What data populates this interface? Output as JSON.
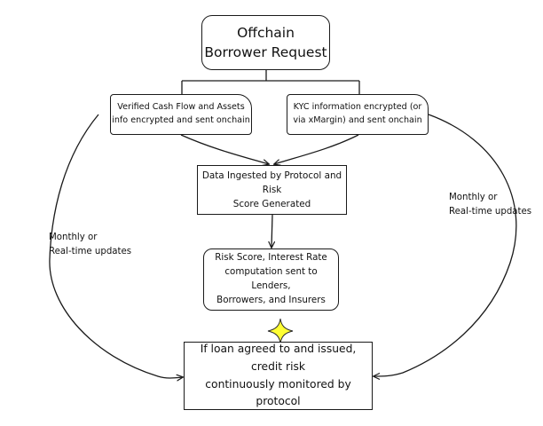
{
  "diagram": {
    "nodes": {
      "request": {
        "text": "Offchain\nBorrower Request"
      },
      "cashflow": {
        "text": "Verified Cash Flow and Assets\ninfo encrypted and sent onchain"
      },
      "kyc": {
        "text": "KYC information encrypted (or\nvia xMargin) and sent onchain"
      },
      "ingest": {
        "text": "Data Ingested by Protocol and Risk\nScore Generated"
      },
      "risk": {
        "text": "Risk Score, Interest Rate\ncomputation sent to Lenders,\nBorrowers, and Insurers"
      },
      "monitor": {
        "text": "If loan agreed to and issued, credit risk\ncontinuously monitored by protocol"
      }
    },
    "notes": {
      "left": "Monthly or\nReal-time updates",
      "right": "Monthly or\nReal-time updates"
    },
    "colors": {
      "line": "#1a1a1a",
      "star_fill": "#ffff33",
      "star_stroke": "#2a2a2a"
    },
    "icons": {
      "star": "sparkle-star-icon"
    }
  }
}
